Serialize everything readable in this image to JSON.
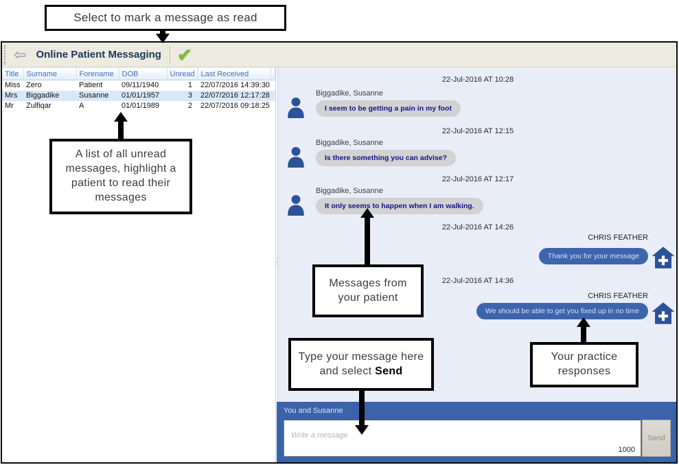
{
  "toolbar": {
    "title": "Online Patient Messaging",
    "back_icon": "back-arrow",
    "mark_read_icon": "green-checkmark",
    "back_glyph": "⇦",
    "check_glyph": "✔"
  },
  "patient_list": {
    "columns": [
      "Title",
      "Surname",
      "Forename",
      "DOB",
      "Unread",
      "Last Received"
    ],
    "rows": [
      {
        "title": "Miss",
        "surname": "Zero",
        "forename": "Patient",
        "dob": "09/11/1940",
        "unread": "1",
        "last_received": "22/07/2016 14:39:30",
        "selected": false
      },
      {
        "title": "Mrs",
        "surname": "Biggadike",
        "forename": "Susanne",
        "dob": "01/01/1957",
        "unread": "3",
        "last_received": "22/07/2016 12:17:28",
        "selected": true
      },
      {
        "title": "Mr",
        "surname": "Zulfiqar",
        "forename": "A",
        "dob": "01/01/1989",
        "unread": "2",
        "last_received": "22/07/2016 09:18:25",
        "selected": false
      }
    ]
  },
  "chat": {
    "messages": [
      {
        "timestamp": "22-Jul-2016 AT 10:28",
        "sender": "Biggadike, Susanne",
        "text": "I seem to be getting a pain in my foot",
        "side": "patient"
      },
      {
        "timestamp": "22-Jul-2016 AT 12:15",
        "sender": "Biggadike, Susanne",
        "text": "Is there something you can advise?",
        "side": "patient"
      },
      {
        "timestamp": "22-Jul-2016 AT 12:17",
        "sender": "Biggadike, Susanne",
        "text": "It only seems to happen when I am walking.",
        "side": "patient"
      },
      {
        "timestamp": "22-Jul-2016 AT 14:26",
        "sender": "CHRIS FEATHER",
        "text": "Thank you for your message",
        "side": "practice"
      },
      {
        "timestamp": "22-Jul-2016 AT 14:36",
        "sender": "CHRIS FEATHER",
        "text": "We should be able to get you fixed up in no time",
        "side": "practice"
      }
    ]
  },
  "compose": {
    "conversation_label": "You and Susanne",
    "placeholder": "Write a message",
    "char_count": "1000",
    "send_label": "Send"
  },
  "annotations": {
    "mark_read": "Select to mark a message as read",
    "unread_list": "A list of all unread messages, highlight a patient to read their messages",
    "patient_messages": "Messages from your patient",
    "type_message_prefix": "Type your message here and select ",
    "type_message_bold": "Send",
    "practice_responses": "Your practice responses"
  },
  "colors": {
    "compose_bar": "#3A63AC",
    "practice_bubble": "#3D65AE",
    "patient_bubble": "#D2D2D2",
    "patient_bubble_text": "#14148C",
    "row_highlight": "#D9E8F8",
    "checkmark_green": "#82B73F",
    "avatar_blue": "#2B5397",
    "chat_background": "#E9EDF8",
    "toolbar_background": "#EDEAE0"
  }
}
